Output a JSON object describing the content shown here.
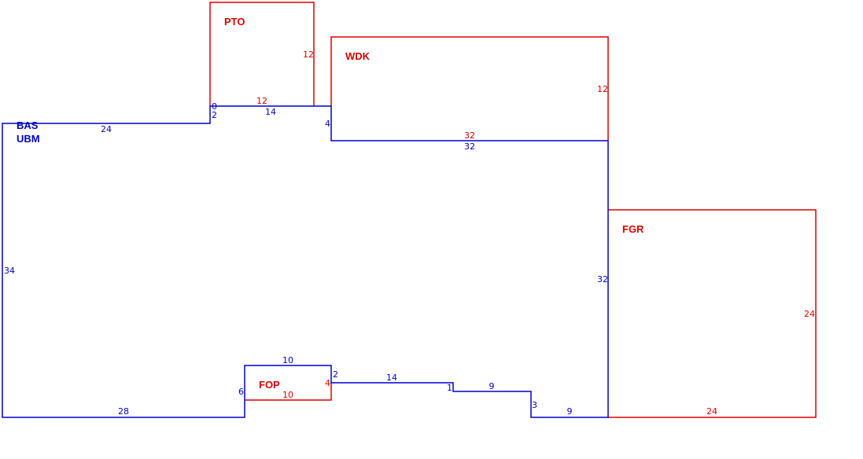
{
  "colors": {
    "main": "#0000cc",
    "addition": "#dd0000",
    "background": "#ffffff"
  },
  "areas": {
    "bas": {
      "code1": "BAS",
      "code2": "UBM"
    },
    "pto": {
      "code": "PTO"
    },
    "wdk": {
      "code": "WDK"
    },
    "fgr": {
      "code": "FGR"
    },
    "fop": {
      "code": "FOP"
    }
  },
  "dimensions": {
    "bas_top_left": "24",
    "bas_left": "34",
    "bas_bottom_left": "28",
    "bas_step_0": "0",
    "bas_step_2": "2",
    "bas_top_mid": "14",
    "bas_step_4": "4",
    "bas_top_right": "32",
    "bas_right": "32",
    "bas_bottom_9a": "9",
    "bas_step_3": "3",
    "bas_mid_9b": "9",
    "bas_step_1": "1",
    "bas_bottom_14": "14",
    "bas_step_2b": "2",
    "bas_notch_10": "10",
    "bas_notch_6": "6",
    "pto_right": "12",
    "pto_bottom": "12",
    "wdk_right": "12",
    "wdk_bottom": "32",
    "fgr_right": "24",
    "fgr_bottom": "24",
    "fop_right": "4",
    "fop_bottom": "10"
  }
}
